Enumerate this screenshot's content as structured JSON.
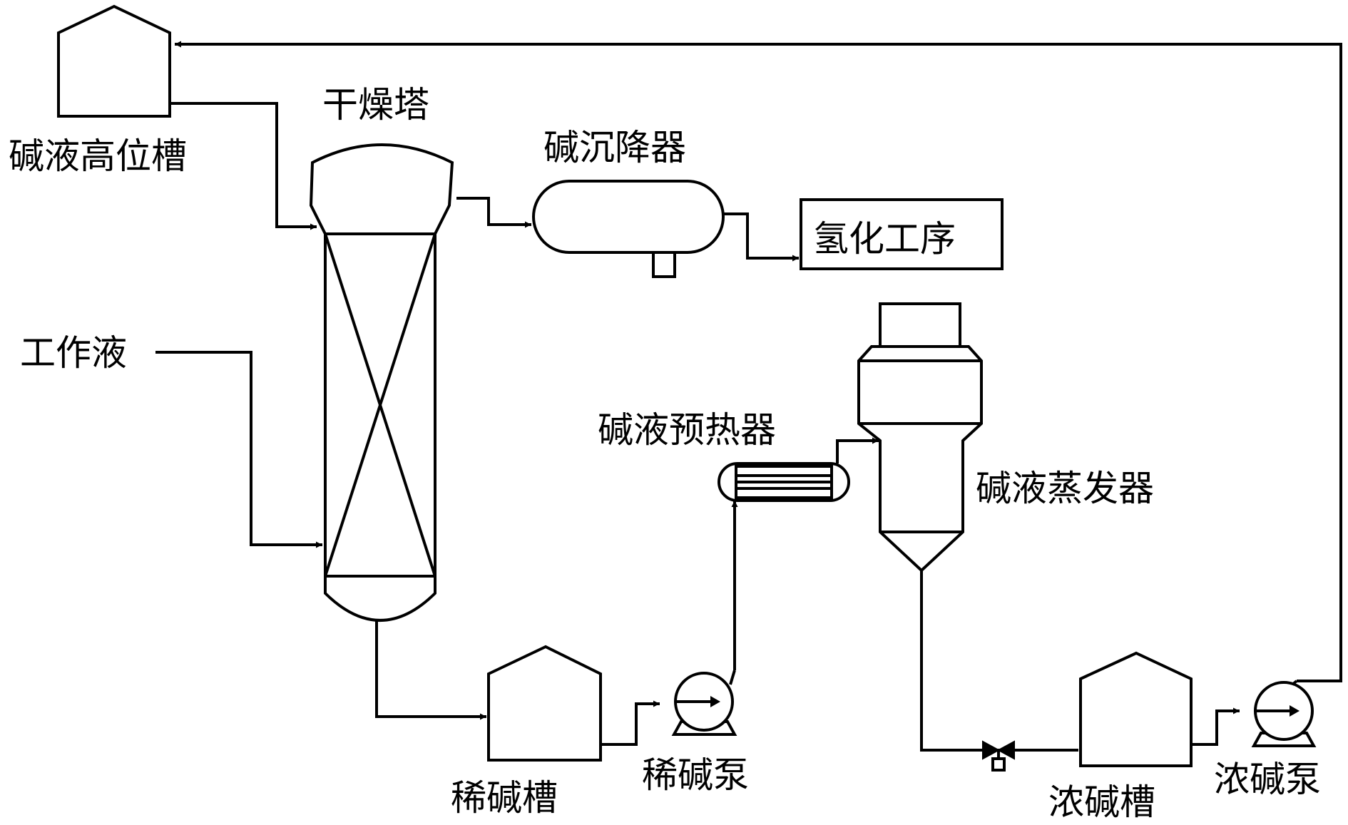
{
  "labels": {
    "alkali_head_tank": "碱液高位槽",
    "drying_tower": "干燥塔",
    "alkali_settler": "碱沉降器",
    "hydrogenation_process": "氢化工序",
    "working_solution": "工作液",
    "alkali_preheater": "碱液预热器",
    "alkali_evaporator": "碱液蒸发器",
    "dilute_alkali_tank": "稀碱槽",
    "dilute_alkali_pump": "稀碱泵",
    "conc_alkali_tank": "浓碱槽",
    "conc_alkali_pump": "浓碱泵"
  },
  "colors": {
    "line": "#000000",
    "background": "#ffffff"
  }
}
